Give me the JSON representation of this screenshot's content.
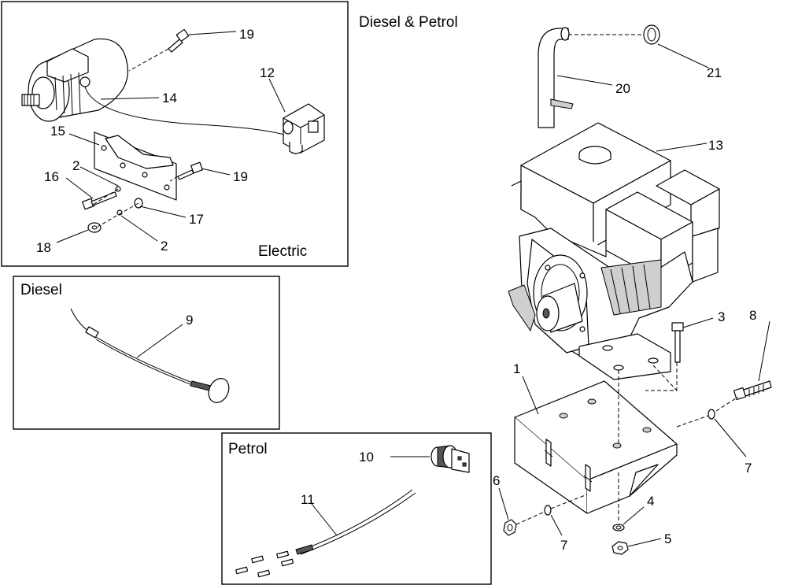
{
  "headings": {
    "diesel_petrol": "Diesel & Petrol",
    "electric": "Electric",
    "diesel": "Diesel",
    "petrol": "Petrol"
  },
  "callouts": {
    "c1": "1",
    "c2a": "2",
    "c2b": "2",
    "c3": "3",
    "c4": "4",
    "c5": "5",
    "c6": "6",
    "c7a": "7",
    "c7b": "7",
    "c8": "8",
    "c9": "9",
    "c10": "10",
    "c11": "11",
    "c12": "12",
    "c13": "13",
    "c14": "14",
    "c15": "15",
    "c16": "16",
    "c17": "17",
    "c18": "18",
    "c19a": "19",
    "c19b": "19",
    "c20": "20",
    "c21": "21"
  }
}
